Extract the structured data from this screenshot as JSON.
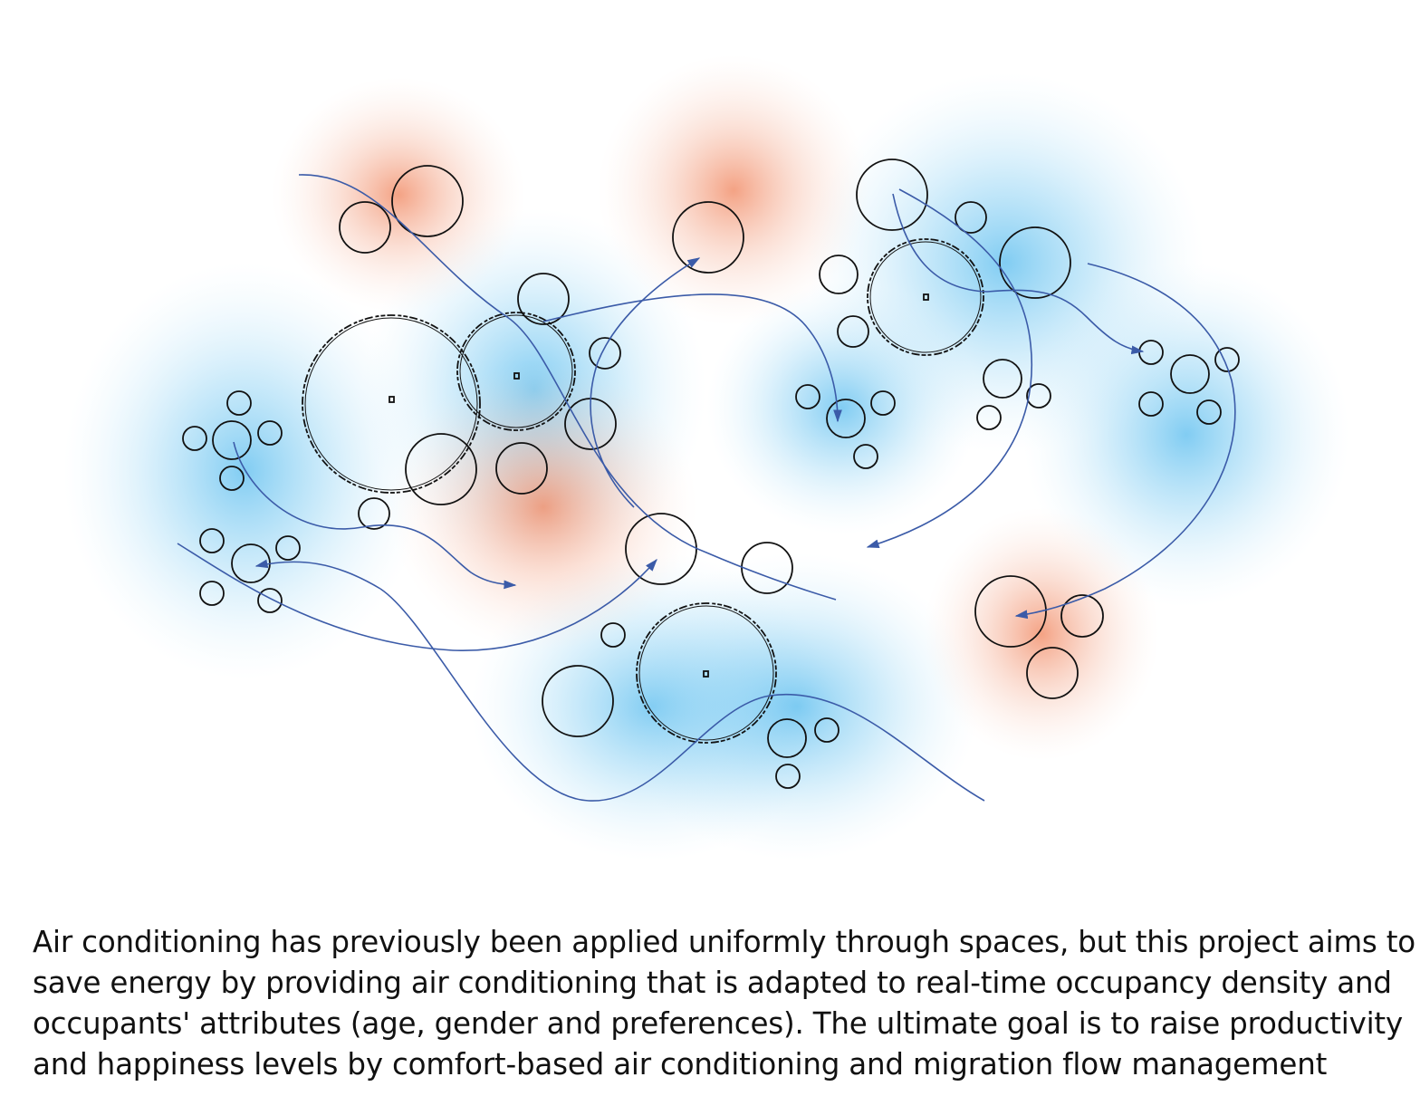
{
  "caption": {
    "lines": [
      "Air conditioning has previously been applied uniformly through spaces, but this project aims to",
      "save energy by providing air conditioning that is adapted to real-time occupancy density and",
      "occupants' attributes (age, gender and preferences). The ultimate goal is to raise productivity",
      "and happiness levels by comfort-based air conditioning and migration flow management"
    ]
  },
  "colors": {
    "cool_zone": "#1aa3e8",
    "warm_zone": "#ef7a4f",
    "flow_line": "#3b5ba8",
    "outline": "#111111"
  }
}
